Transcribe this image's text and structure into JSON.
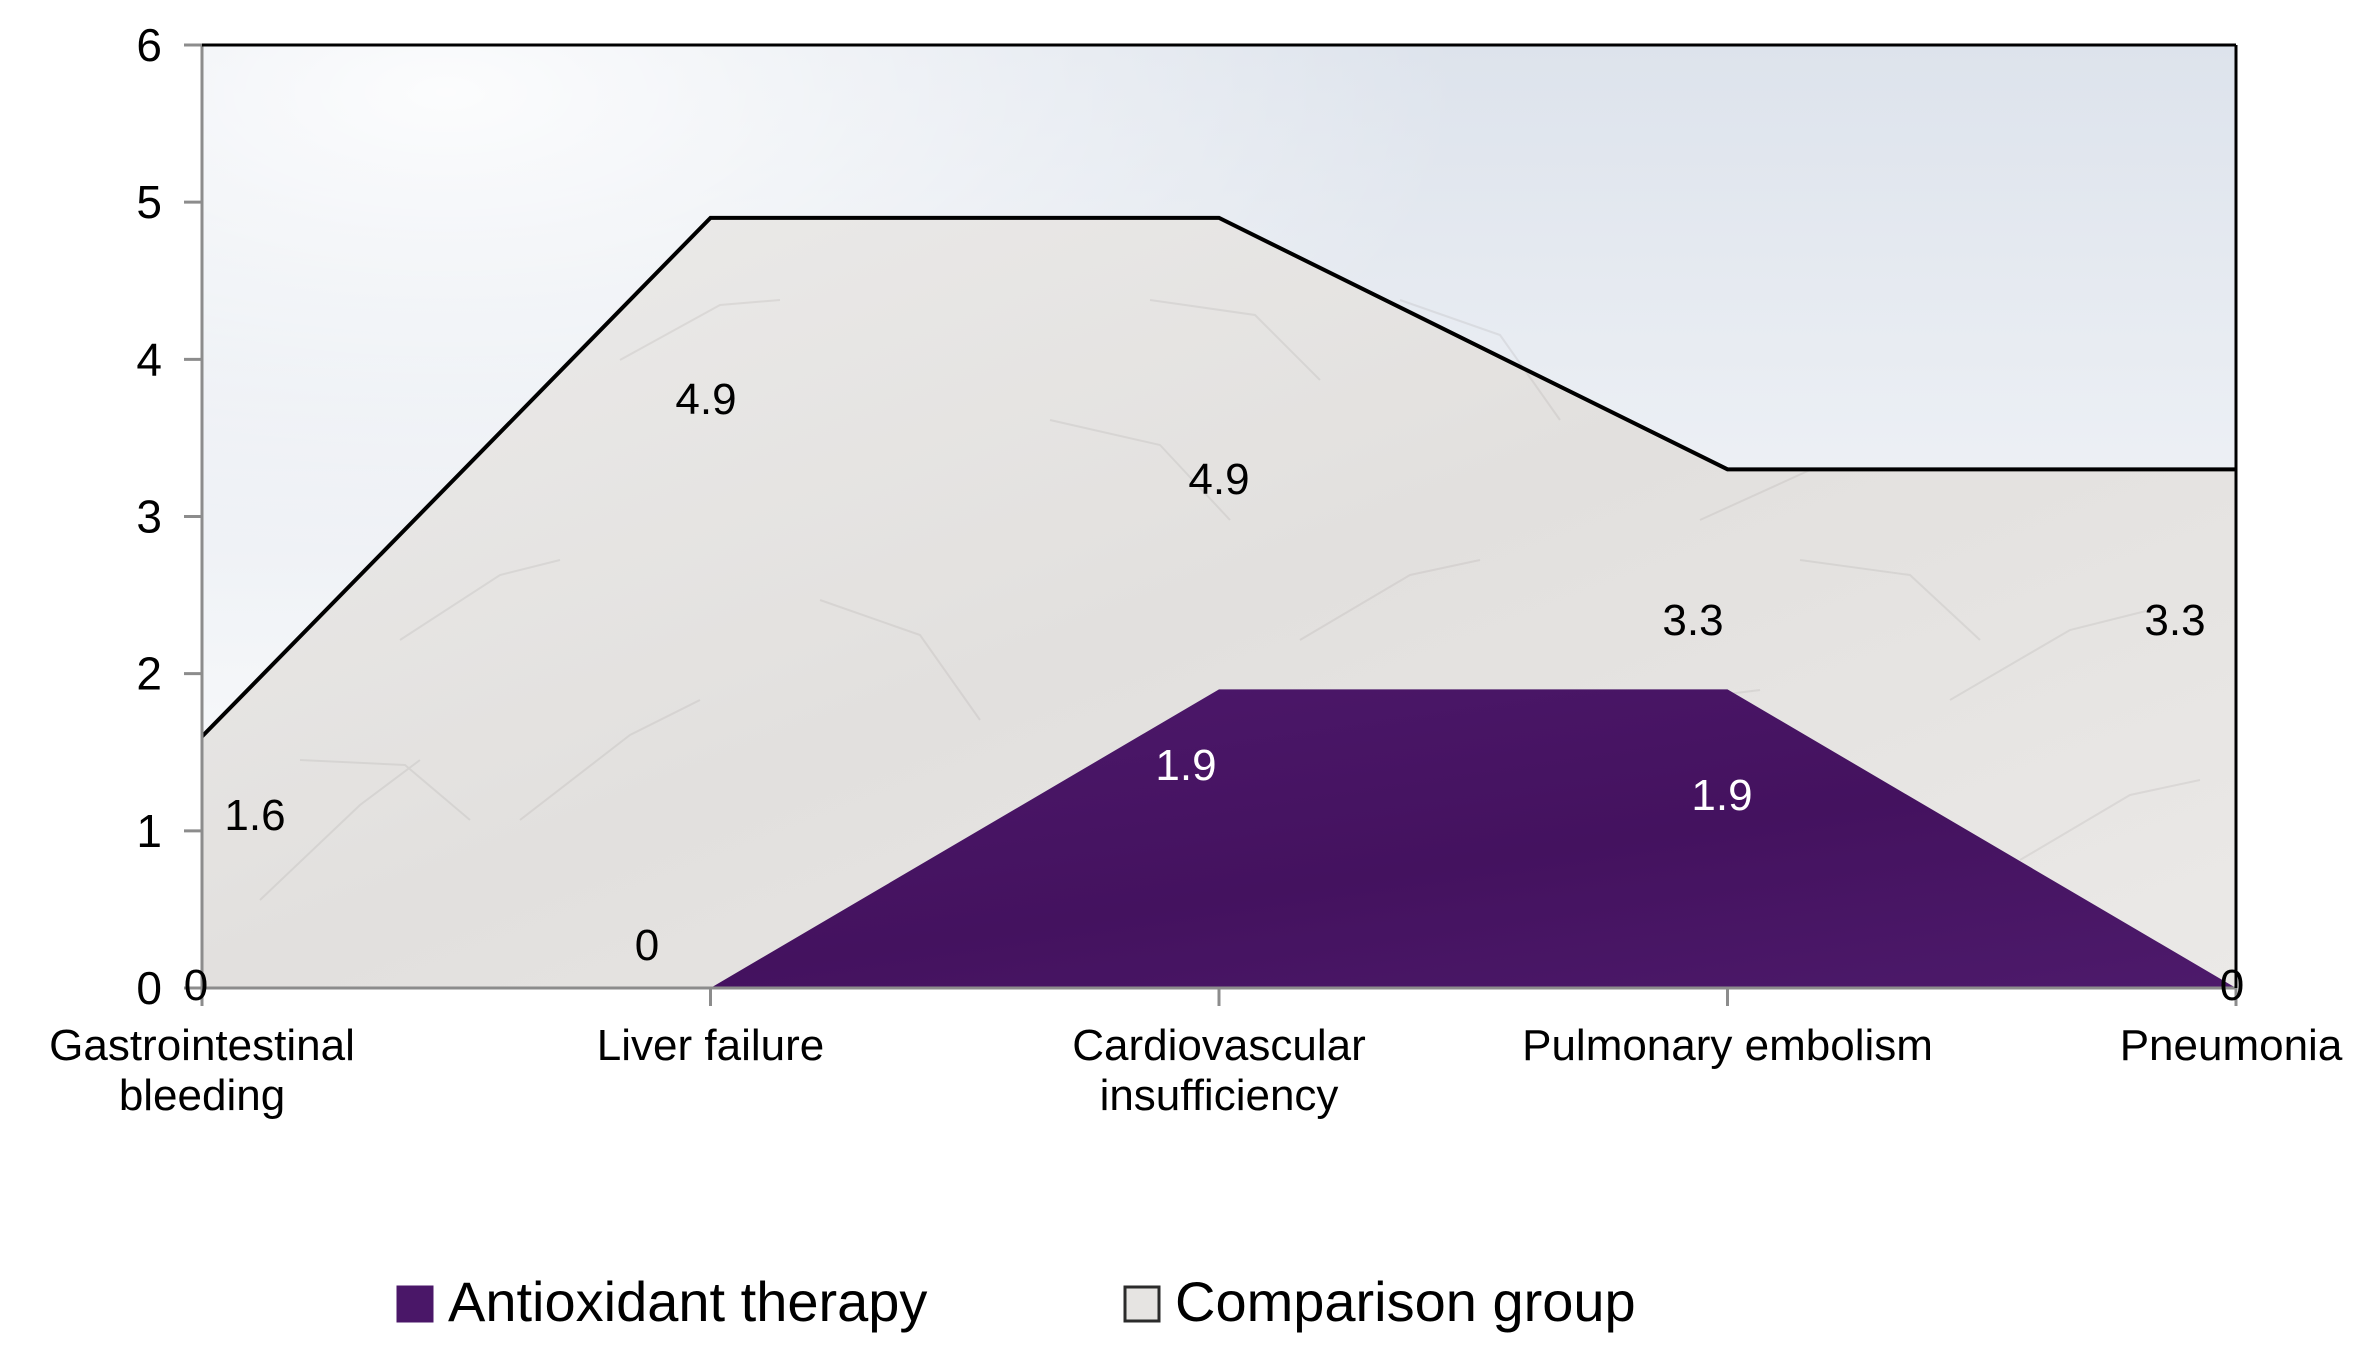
{
  "chart_data": {
    "type": "area",
    "title": "",
    "xlabel": "",
    "ylabel": "",
    "ylim": [
      0,
      6
    ],
    "y_ticks": [
      "0",
      "1",
      "2",
      "3",
      "4",
      "5",
      "6"
    ],
    "categories": [
      [
        "Gastrointestinal",
        "bleeding"
      ],
      [
        "Liver failure"
      ],
      [
        "Cardiovascular",
        "insufficiency"
      ],
      [
        "Pulmonary embolism"
      ],
      [
        "Pneumonia"
      ]
    ],
    "series": [
      {
        "name": "Comparison group",
        "values": [
          1.6,
          4.9,
          4.9,
          3.3,
          3.3
        ],
        "labels": [
          "1.6",
          "4.9",
          "4.9",
          "3.3",
          "3.3"
        ]
      },
      {
        "name": "Antioxidant therapy",
        "values": [
          0,
          0,
          1.9,
          1.9,
          0
        ],
        "labels": [
          "0",
          "0",
          "1.9",
          "1.9",
          "0"
        ]
      }
    ],
    "legend_position": "bottom",
    "grid": false,
    "colors": {
      "antioxidant": "#4a1768",
      "comparison": "#e6e4e2",
      "comparison_line": "#000000",
      "background_top": "#cfd7e4",
      "background_bottom": "#ffffff"
    }
  }
}
